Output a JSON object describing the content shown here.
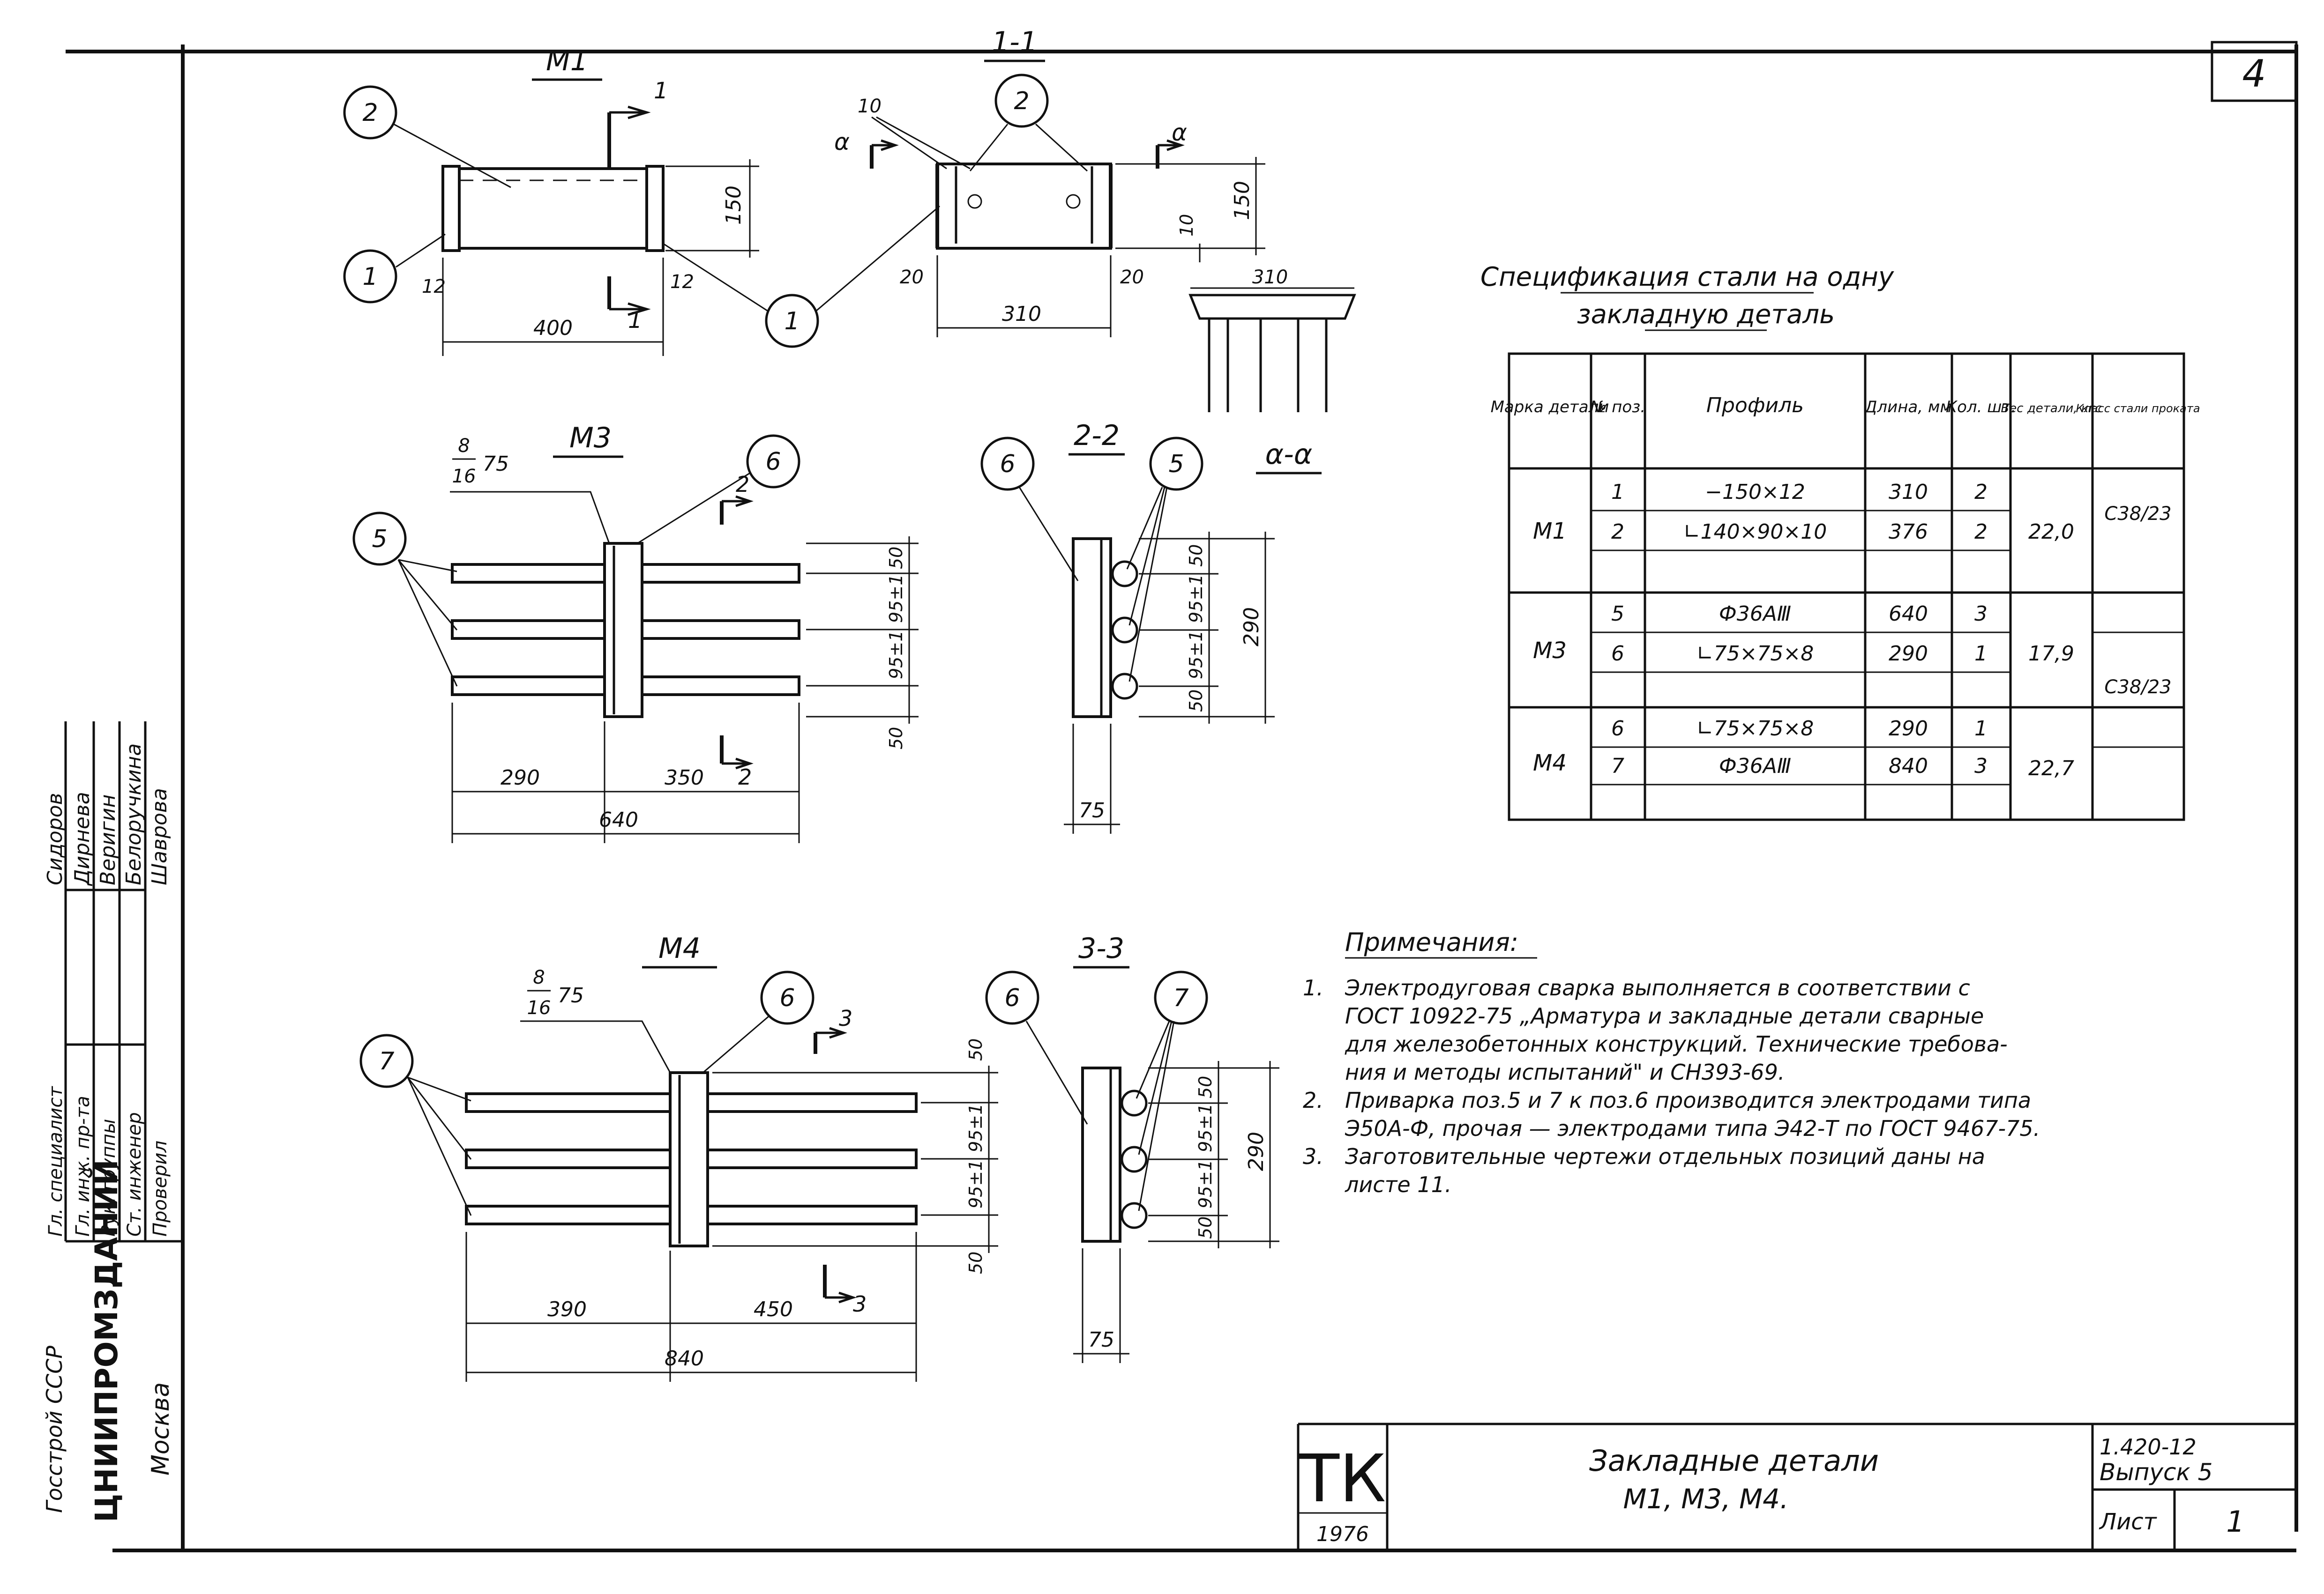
{
  "sheet": {
    "number": "4",
    "title_block": {
      "logo": "ТК",
      "year": "1976",
      "title_line1": "Закладные детали",
      "title_line2": "М1, М3, М4.",
      "series": "1.420-12",
      "issue": "Выпуск 5",
      "sheet_label": "Лист",
      "sheet_no": "1"
    }
  },
  "side_stamp": {
    "org_top": "Госстрой СССР",
    "org_name": "ЦНИИПРОМЗДАНИЙ",
    "city": "Москва",
    "roles": [
      "Гл. специалист",
      "Гл. инж. пр-та",
      "Рук. группы",
      "Ст. инженер",
      "Проверил"
    ],
    "names": [
      "Сидоров",
      "Дирнева",
      "Веригин",
      "Белоручкина",
      "Шаврова"
    ]
  },
  "drawings": {
    "m1": {
      "title": "М1",
      "section_mark": "1",
      "dims": [
        "400",
        "12",
        "12",
        "150"
      ],
      "callouts": [
        "1",
        "2"
      ]
    },
    "s11": {
      "title": "1-1",
      "cut_mark": "α",
      "dims": [
        "10",
        "310",
        "20",
        "20",
        "10",
        "150"
      ],
      "callouts": [
        "1",
        "2"
      ]
    },
    "aa": {
      "title": "α-α",
      "dims": [
        "310"
      ]
    },
    "m3": {
      "title": "М3",
      "weld_num": "8",
      "weld_den": "16",
      "weld_len": "75",
      "section_mark": "2",
      "dims": [
        "290",
        "350",
        "640",
        "50",
        "95±1",
        "95±1",
        "50"
      ],
      "callouts": [
        "5",
        "6"
      ]
    },
    "s22": {
      "title": "2-2",
      "dims": [
        "75",
        "50",
        "95±1",
        "95±1",
        "50",
        "290"
      ],
      "callouts": [
        "6",
        "5"
      ]
    },
    "m4": {
      "title": "М4",
      "weld_num": "8",
      "weld_den": "16",
      "weld_len": "75",
      "section_mark": "3",
      "dims": [
        "390",
        "450",
        "840",
        "50",
        "95±1",
        "95±1",
        "50"
      ],
      "callouts": [
        "7",
        "6"
      ]
    },
    "s33": {
      "title": "3-3",
      "dims": [
        "75",
        "50",
        "95±1",
        "95±1",
        "50",
        "290"
      ],
      "callouts": [
        "6",
        "7"
      ]
    }
  },
  "spec": {
    "title_line1": "Спецификация стали на одну",
    "title_line2": "закладную деталь",
    "headers": [
      "Марка детали",
      "№ поз.",
      "Профиль",
      "Длина, мм",
      "Кол. шт.",
      "Вес детали, кгс",
      "Класс стали проката"
    ],
    "rows": [
      {
        "mark": "М1",
        "items": [
          {
            "pos": "1",
            "profile": "−150×12",
            "length": "310",
            "qty": "2"
          },
          {
            "pos": "2",
            "profile": "∟140×90×10",
            "length": "376",
            "qty": "2"
          }
        ],
        "weight": "22,0",
        "steel": "С38/23"
      },
      {
        "mark": "М3",
        "items": [
          {
            "pos": "5",
            "profile": "Ф36АⅢ",
            "length": "640",
            "qty": "3"
          },
          {
            "pos": "6",
            "profile": "∟75×75×8",
            "length": "290",
            "qty": "1"
          }
        ],
        "weight": "17,9",
        "steel": "С38/23"
      },
      {
        "mark": "М4",
        "items": [
          {
            "pos": "6",
            "profile": "∟75×75×8",
            "length": "290",
            "qty": "1"
          },
          {
            "pos": "7",
            "profile": "Ф36АⅢ",
            "length": "840",
            "qty": "3"
          }
        ],
        "weight": "22,7",
        "steel": ""
      }
    ]
  },
  "notes": {
    "title": "Примечания:",
    "items": [
      [
        "1.",
        "Электродуговая сварка выполняется в соответствии с",
        "ГОСТ 10922-75 „Арматура и закладные детали сварные",
        "для железобетонных конструкций. Технические требова-",
        "ния и методы испытаний\" и СН393-69."
      ],
      [
        "2.",
        "Приварка поз.5 и 7 к поз.6 производится электродами типа",
        "Э50А-Ф, прочая — электродами типа Э42-Т по ГОСТ 9467-75."
      ],
      [
        "3.",
        "Заготовительные чертежи отдельных позиций даны на",
        "листе 11."
      ]
    ]
  }
}
